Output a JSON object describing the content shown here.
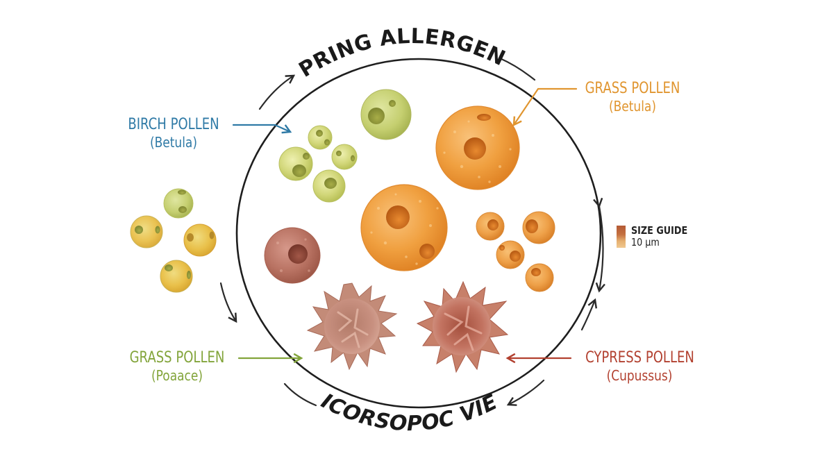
{
  "diagram": {
    "title_top": "SPRING ALLERGENS",
    "title_bottom": "MICORSOPOC VIEW",
    "labels": [
      {
        "id": "birch",
        "name": "BIRCH POLLEN",
        "latin": "(Betula)",
        "color": "#2f7aa6"
      },
      {
        "id": "grass-top",
        "name": "GRASS POLLEN",
        "latin": "(Betula)",
        "color": "#e0952f"
      },
      {
        "id": "grass-bottom",
        "name": "GRASS POLLEN",
        "latin": "(Poaace)",
        "color": "#82a43a"
      },
      {
        "id": "cypress",
        "name": "CYPRESS POLLEN",
        "latin": "(Cupussus)",
        "color": "#b2402f"
      }
    ],
    "size_guide": {
      "label": "SIZE GUIDE",
      "value": "10 µm"
    },
    "colors": {
      "outline": "#1e1e1e",
      "birch_fill": "#d3d97a",
      "grass_orange": "#ee9530",
      "cypress_brown": "#b06a55",
      "spiky_fill": "#c07c66"
    }
  }
}
